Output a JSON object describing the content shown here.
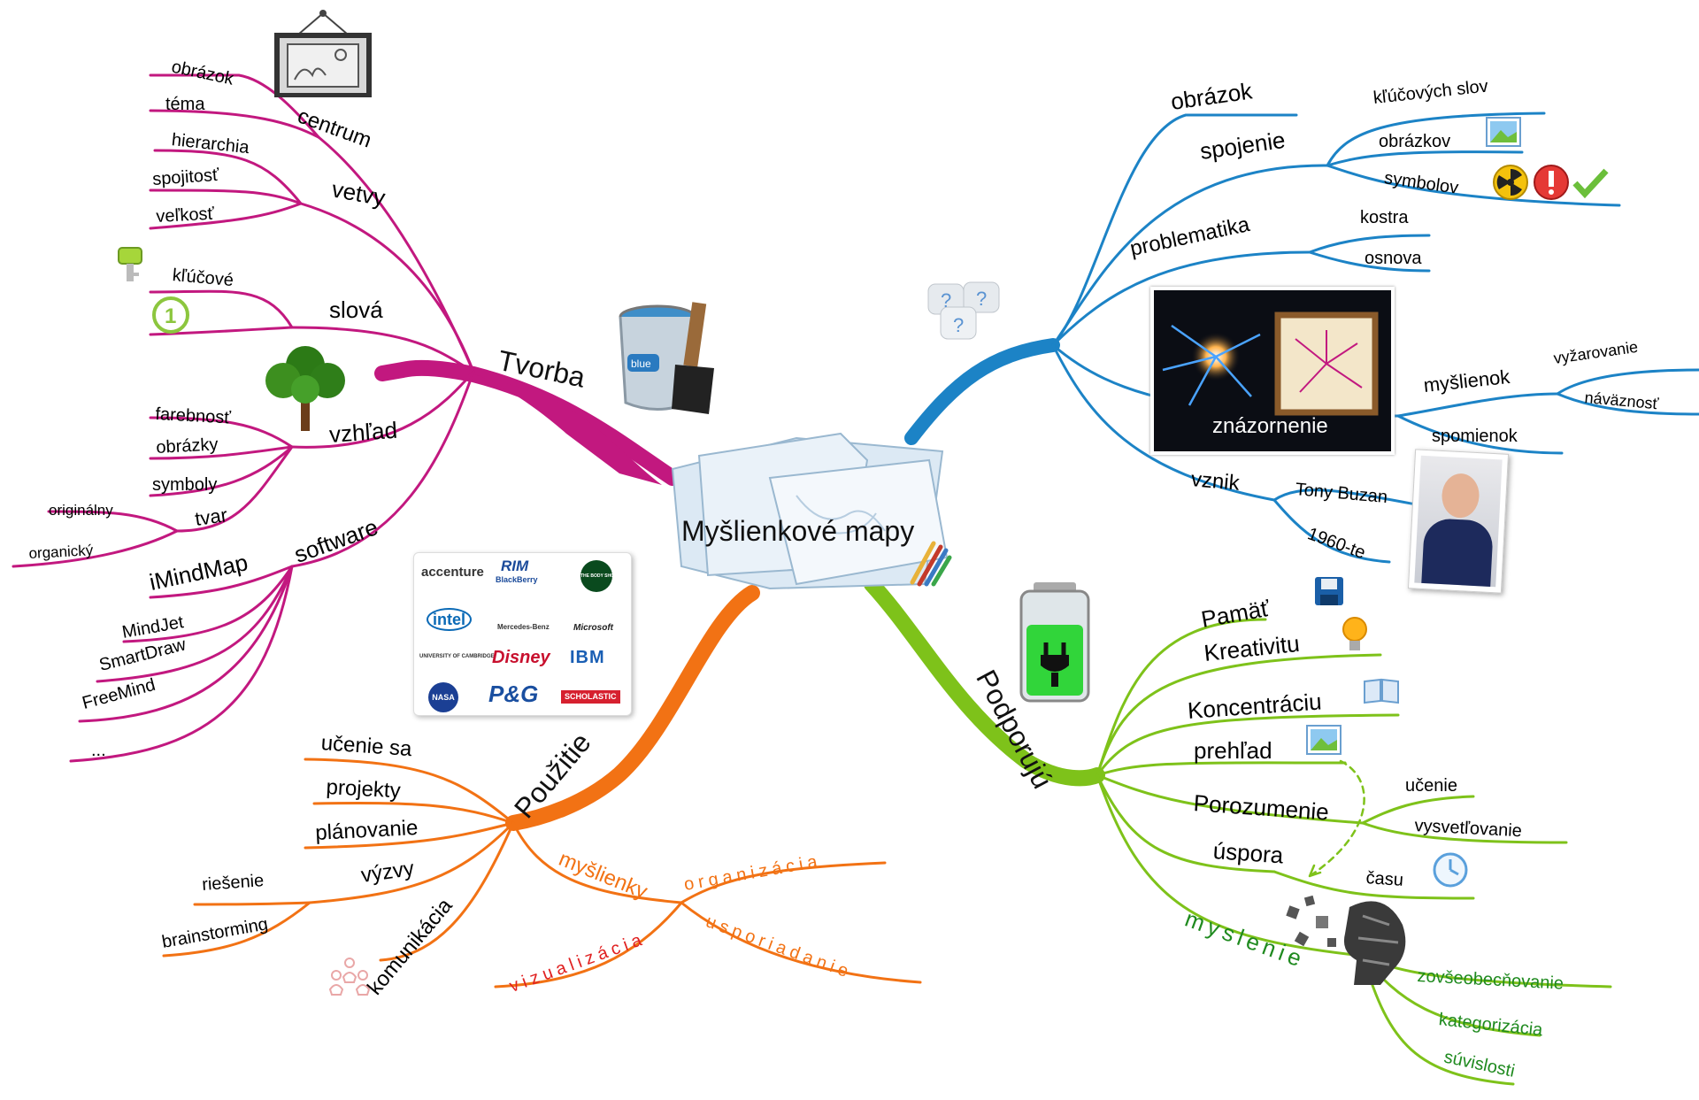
{
  "center": {
    "label": "Myšlienkové mapy"
  },
  "colors": {
    "tvorba": "#c2187f",
    "top_right": "#1c83c6",
    "podporuju": "#7ec21a",
    "pouzitie": "#f27214",
    "myslenie_text": "#1f8a1f",
    "red_text": "#e02020"
  },
  "tvorba": {
    "label": "Tvorba",
    "centrum": {
      "label": "centrum",
      "children": [
        "obrázok",
        "téma"
      ]
    },
    "vetvy": {
      "label": "vetvy",
      "children": [
        "hierarchia",
        "spojitosť",
        "veľkosť"
      ]
    },
    "slova": {
      "label": "slová",
      "children": [
        "kľúčové"
      ]
    },
    "vzhlad": {
      "label": "vzhľad",
      "children": [
        "farebnosť",
        "obrázky",
        "symboly"
      ]
    },
    "tvar": {
      "label": "tvar",
      "children": [
        "originálny",
        "organický"
      ]
    },
    "software": {
      "label": "software",
      "children": [
        "iMindMap",
        "MindJet",
        "SmartDraw",
        "FreeMind",
        "..."
      ]
    }
  },
  "top_right": {
    "obrazok": "obrázok",
    "spojenie": {
      "label": "spojenie",
      "children": [
        "kľúčových slov",
        "obrázkov",
        "symbolov"
      ]
    },
    "problematika": {
      "label": "problematika",
      "children": [
        "kostra",
        "osnova"
      ]
    },
    "znazornenie": {
      "label": "znázornenie",
      "myslienok": {
        "label": "myšlienok",
        "children": [
          "vyžarovanie",
          "náväznosť"
        ]
      },
      "spomienok": "spomienok"
    },
    "vznik": {
      "label": "vznik",
      "children": [
        "Tony Buzan",
        "1960-te"
      ]
    }
  },
  "podporuju": {
    "label": "Podporujú",
    "items": [
      "Pamäť",
      "Kreativitu",
      "Koncentráciu",
      "prehľad",
      "Porozumenie",
      "úspora"
    ],
    "porozumenie_children": [
      "učenie",
      "vysvetľovanie"
    ],
    "uspora_children": [
      "času"
    ],
    "myslenie": {
      "label": "myslenie",
      "children": [
        "zovšeobecňovanie",
        "kategorizácia",
        "súvislosti"
      ]
    }
  },
  "pouzitie": {
    "label": "Použitie",
    "items": [
      "učenie sa",
      "projekty",
      "plánovanie",
      "výzvy",
      "komunikácia"
    ],
    "vyzvy_children": [
      "riešenie",
      "brainstorming"
    ],
    "myslienky": {
      "label": "myšlienky",
      "children": [
        "organizácia",
        "usporiadanie",
        "vizualizácia"
      ]
    }
  },
  "logos": [
    "accenture",
    "RIM",
    "BlackBerry",
    "THE BODY SHOP",
    "intel",
    "Mercedes-Benz",
    "Microsoft",
    "UNIVERSITY OF CAMBRIDGE",
    "Disney",
    "IBM",
    "NASA",
    "P&G",
    "SCHOLASTIC"
  ],
  "icons": [
    "picture-frame-icon",
    "paint-bucket-icon",
    "key-icon",
    "number-one-icon",
    "tree-icon",
    "question-bubbles-icon",
    "image-icon",
    "radiation-icon",
    "warning-icon",
    "checkmark-icon",
    "battery-plug-icon",
    "floppy-disk-icon",
    "light-bulb-icon",
    "book-icon",
    "clock-icon",
    "people-icon",
    "cube-head-icon",
    "portrait-photo-icon"
  ]
}
